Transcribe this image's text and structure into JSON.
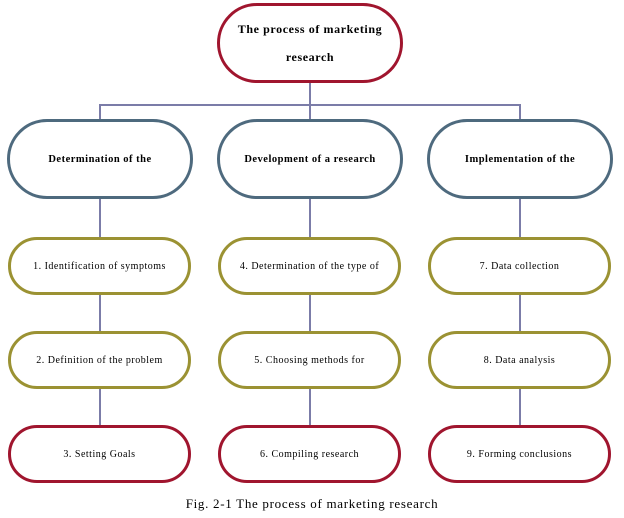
{
  "root": {
    "line1": "The process of marketing",
    "line2": "research"
  },
  "branches": [
    {
      "label": "Determination of the"
    },
    {
      "label": "Development of a research"
    },
    {
      "label": "Implementation of the"
    }
  ],
  "steps": [
    {
      "label": "1. Identification of symptoms"
    },
    {
      "label": "2. Definition of the problem"
    },
    {
      "label": "3. Setting Goals"
    },
    {
      "label": "4. Determination of the type of"
    },
    {
      "label": "5. Choosing methods for"
    },
    {
      "label": "6. Compiling research"
    },
    {
      "label": "7. Data collection"
    },
    {
      "label": "8. Data analysis"
    },
    {
      "label": "9. Forming conclusions"
    }
  ],
  "caption": "Fig. 2-1 The process of marketing research",
  "colors": {
    "root_border": "#a0152e",
    "branch_border": "#4e6a7e",
    "step_border_olive": "#9b9233",
    "step_border_red": "#a0152e",
    "connector": "#7b7ca8"
  }
}
